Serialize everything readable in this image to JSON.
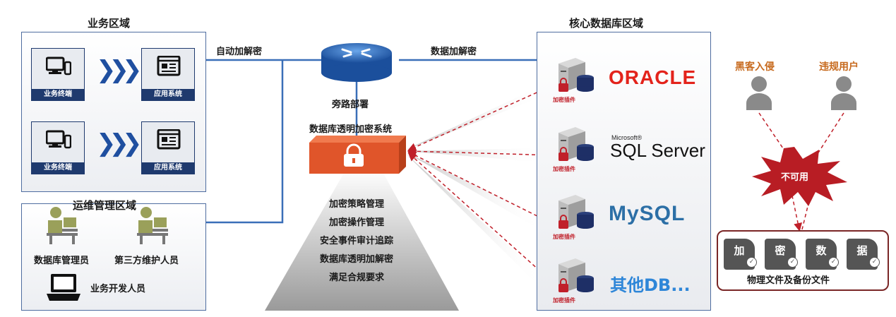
{
  "regions": {
    "business": "业务区域",
    "core_db": "核心数据库区域",
    "ops": "运维管理区域"
  },
  "business": {
    "terminal": "业务终端",
    "app": "应用系统"
  },
  "links": {
    "auto": "自动加解密",
    "data": "数据加解密",
    "bypass": "旁路部署"
  },
  "system": {
    "name": "数据库透明加密系统",
    "features": [
      "加密策略管理",
      "加密操作管理",
      "安全事件审计追踪",
      "数据库透明加解密",
      "满足合规要求"
    ]
  },
  "ops": {
    "dba": "数据库管理员",
    "third_party": "第三方维护人员",
    "developer": "业务开发人员"
  },
  "databases": {
    "plugin": "加密插件",
    "items": [
      "ORACLE",
      "Microsoft®",
      "SQL Server",
      "MySQL",
      "其他DB..."
    ]
  },
  "threats": {
    "hacker": "黑客入侵",
    "illegal_user": "违规用户",
    "unusable": "不可用",
    "files_label": "物理文件及备份文件",
    "chars": [
      "加",
      "密",
      "数",
      "据"
    ]
  },
  "colors": {
    "panel_border": "#4f6da0",
    "tile_navy": "#1f3a6e",
    "chevron": "#1f4fa0",
    "encrypt_box": "#e0552a",
    "alert_red": "#c0202a",
    "threat_orange": "#c76a1e",
    "person_gray": "#8a8a8a",
    "files_border": "#7a2626"
  }
}
